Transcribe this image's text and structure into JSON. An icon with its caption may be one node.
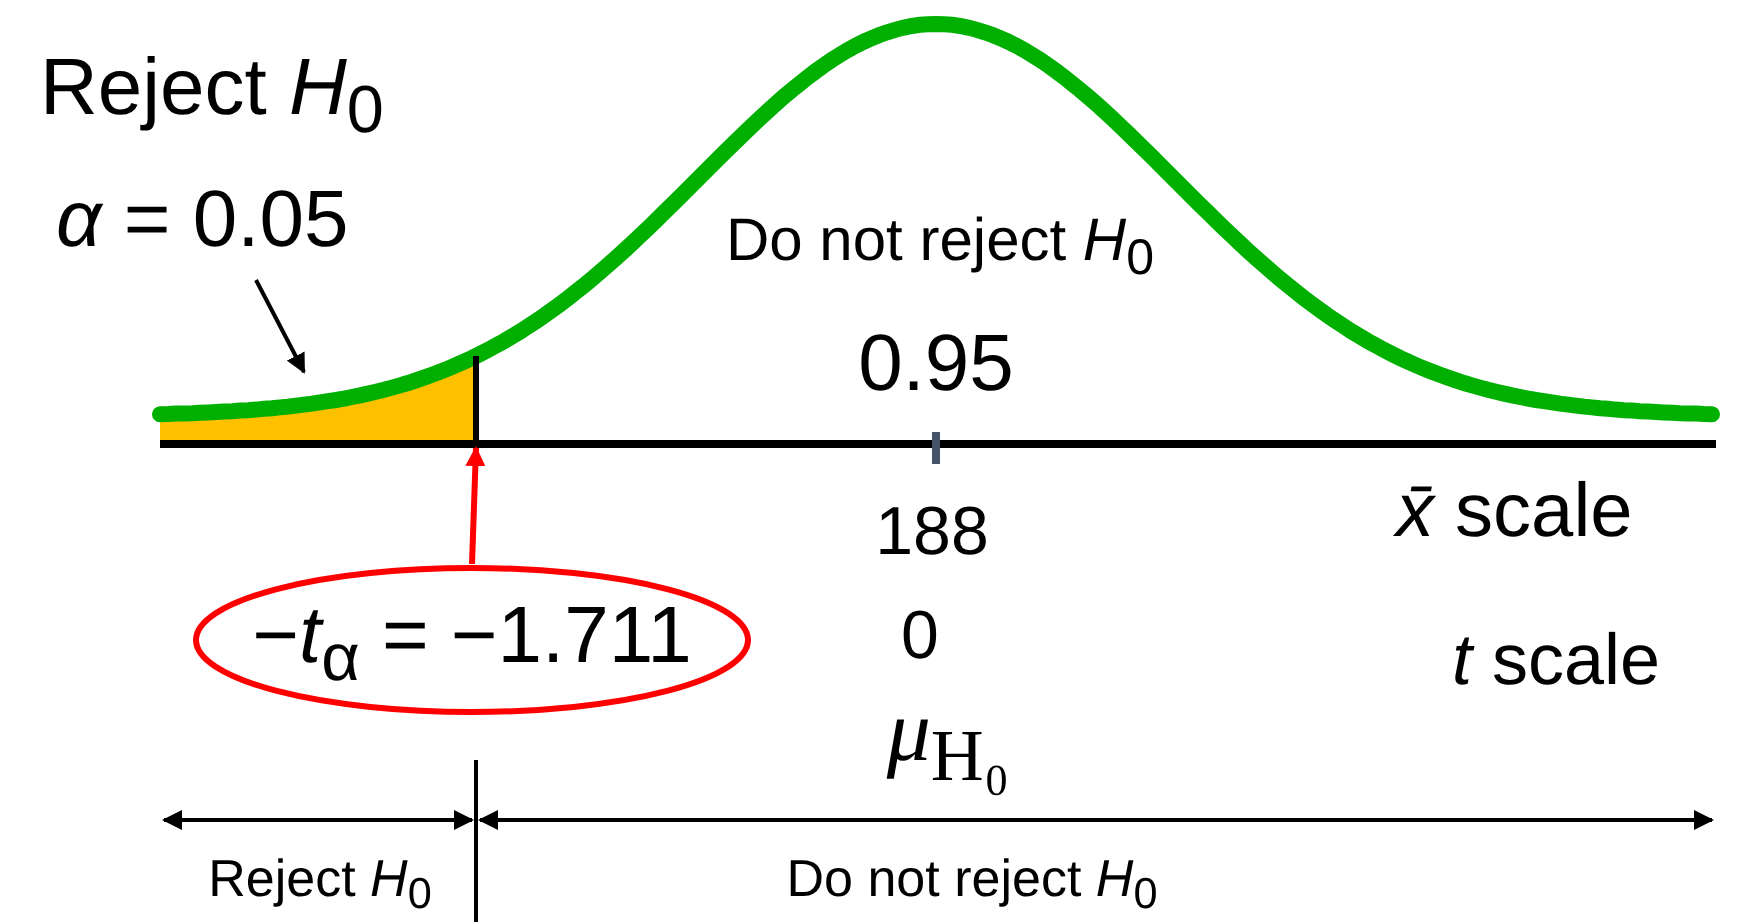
{
  "diagram": {
    "nodes": [
      {
        "text": [
          "Reject *H*$_{0}$",
          "*α* = 0.05"
        ]
      },
      {
        "text": [
          "−*t*$_{α}$ = −1.711"
        ]
      },
      {
        "text": [],
        "shape": "area"
      }
    ],
    "edges": [
      {
        "from": 0,
        "to": 2,
        "arrow": "to"
      },
      {
        "from": 1,
        "to": 2,
        "arrow": "to",
        "color": "#ff0000"
      }
    ],
    "labels": [
      "Do not reject *H*$_{0}$",
      "0.95",
      "188",
      "*x̄* scale",
      "0",
      "*t* scale",
      "*μ*$_{H₀}$",
      "Reject *H*$_{0}$",
      "Do not reject *H*$_{0}$"
    ]
  }
}
